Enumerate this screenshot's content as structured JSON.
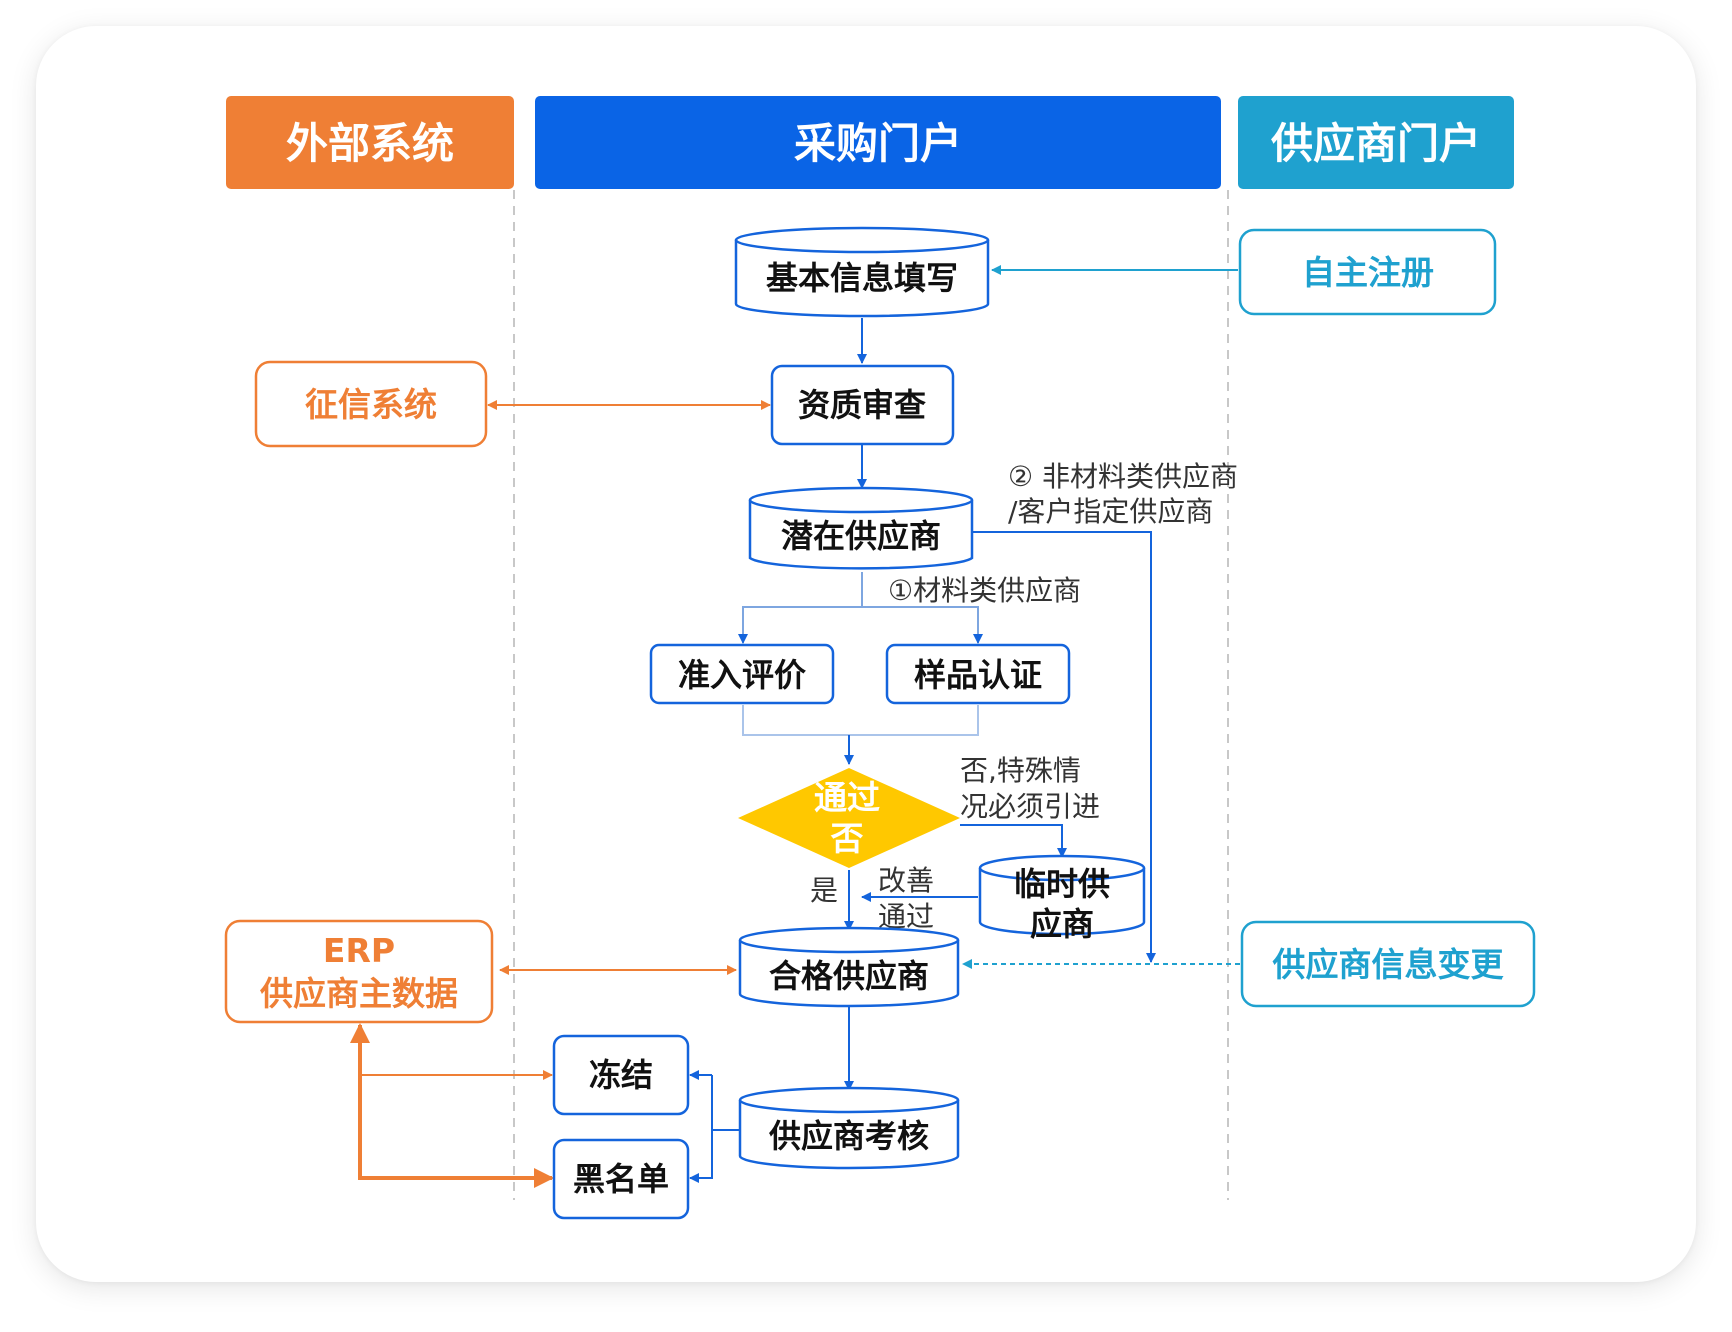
{
  "headers": {
    "external": "外部系统",
    "procurement": "采购门户",
    "supplier_portal": "供应商门户"
  },
  "nodes": {
    "basic_info": "基本信息填写",
    "self_register": "自主注册",
    "credit_system": "征信系统",
    "qualification_review": "资质审查",
    "potential_supplier": "潜在供应商",
    "admission_eval": "准入评价",
    "sample_cert": "样品认证",
    "pass_decision_line1": "通过",
    "pass_decision_line2": "否",
    "temp_supplier_line1": "临时供",
    "temp_supplier_line2": "应商",
    "qualified_supplier": "合格供应商",
    "supplier_info_change": "供应商信息变更",
    "erp_line1": "ERP",
    "erp_line2": "供应商主数据",
    "freeze": "冻结",
    "blacklist": "黑名单",
    "supplier_assessment": "供应商考核"
  },
  "labels": {
    "non_material_line1": "② 非材料类供应商",
    "non_material_line2": "/客户指定供应商",
    "material": "①材料类供应商",
    "no_special_line1": "否,特殊情",
    "no_special_line2": "况必须引进",
    "yes": "是",
    "improve_line1": "改善",
    "improve_line2": "通过"
  },
  "colors": {
    "orange": "#ef7f35",
    "blue": "#0a64e6",
    "cyan": "#1fa1cf",
    "diamond": "#ffc800",
    "node_border": "#1464dc",
    "connector_gray": "#aac4ea"
  }
}
